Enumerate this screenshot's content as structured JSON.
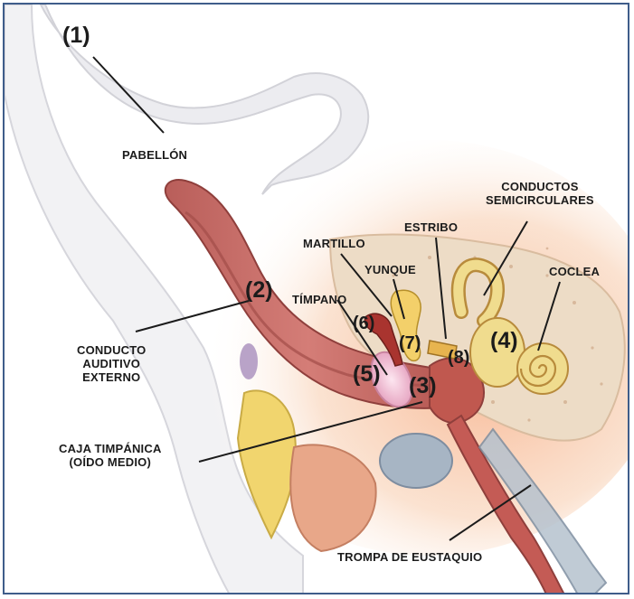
{
  "colors": {
    "border": "#3f5d8a",
    "canal": "#c86e6a",
    "canal_dark": "#9e4a46",
    "bone": "#ecd8bd",
    "cochlea": "#f0dc8e",
    "skin_glow": "#f6c2a0"
  },
  "labels": {
    "pabellon": "PABELLÓN",
    "conducto_auditivo_l1": "CONDUCTO",
    "conducto_auditivo_l2": "AUDITIVO",
    "conducto_auditivo_l3": "EXTERNO",
    "caja_timpanica_l1": "CAJA TIMPÁNICA",
    "caja_timpanica_l2": "(OÍDO MEDIO)",
    "timpano": "TÍMPANO",
    "martillo": "MARTILLO",
    "yunque": "YUNQUE",
    "estribo": "ESTRIBO",
    "conductos_l1": "CONDUCTOS",
    "conductos_l2": "SEMICIRCULARES",
    "coclea": "COCLEA",
    "trompa": "TROMPA DE EUSTAQUIO"
  },
  "numbers": {
    "n1": "(1)",
    "n2": "(2)",
    "n3": "(3)",
    "n4": "(4)",
    "n5": "(5)",
    "n6": "(6)",
    "n7": "(7)",
    "n8": "(8)"
  }
}
